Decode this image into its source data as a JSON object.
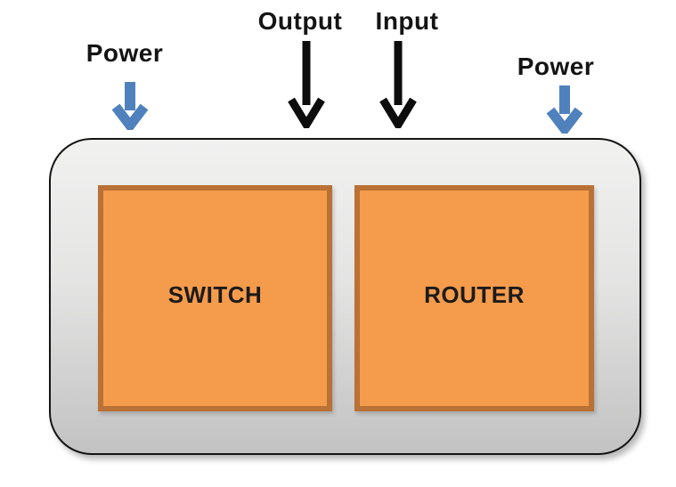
{
  "colors": {
    "device_fill": "#F59B4C",
    "device_border": "#B97135",
    "power_arrow": "#4F81BD",
    "io_arrow": "#0D0D0D",
    "label_text": "#141414",
    "chassis_border": "#141414",
    "chassis_top": "#F1F1F0",
    "chassis_bottom": "#C2C2C2"
  },
  "labels": {
    "power_left": "Power",
    "output": "Output",
    "input": "Input",
    "power_right": "Power"
  },
  "devices": {
    "switch": {
      "label": "SWITCH"
    },
    "router": {
      "label": "ROUTER"
    }
  }
}
